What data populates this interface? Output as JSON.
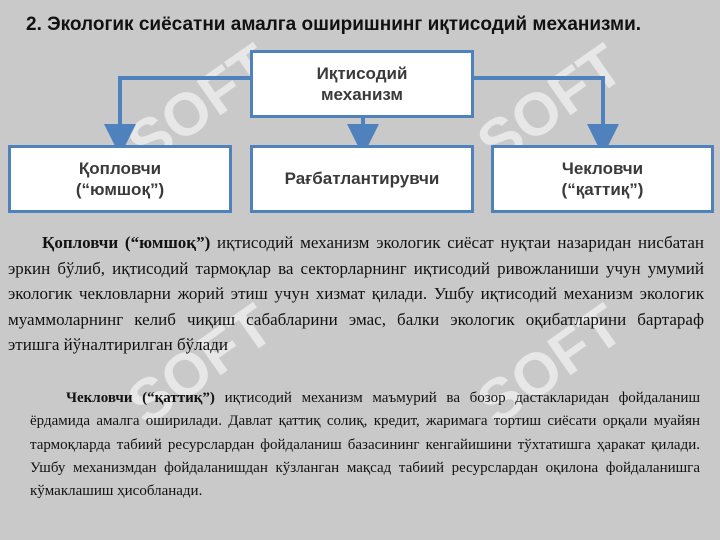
{
  "title": "2. Экологик сиёсатни амалга оширишнинг иқтисодий механизми.",
  "diagram": {
    "top_box": "Иқтисодий\nмеханизм",
    "left_box": "Қопловчи\n(“юмшоқ”)",
    "middle_box": "Рағбатлантирувчи",
    "right_box": "Чекловчи\n(“қаттиқ”)"
  },
  "paragraph1": {
    "lead": "Қопловчи (“юмшоқ”)",
    "text": " иқтисодий механизм экологик сиёсат нуқтаи назаридан нисбатан эркин бўлиб, иқтисодий тармоқлар ва секторларнинг иқтисодий ривожланиши учун умумий экологик чекловларни жорий этиш учун хизмат қилади. Ушбу иқтисодий механизм экологик муаммоларнинг келиб чиқиш сабабларини эмас, балки экологик оқибатларини бартараф этишга йўналтирилган бўлади"
  },
  "paragraph2": {
    "lead": "Чекловчи (“қаттиқ”)",
    "text": " иқтисодий механизм маъмурий ва бозор дастакларидан фойдаланиш ёрдамида амалга оширилади. Давлат қаттиқ солиқ, кредит, жаримага тортиш сиёсати орқали муайян тармоқларда табиий ресурслардан фойдаланиш базасининг кенгайишини тўхтатишга ҳаракат қилади. Ушбу механизмдан фойдаланишдан кўзланган мақсад табиий ресурслардан оқилона фойдаланишга кўмаклашиш ҳисобланади."
  },
  "watermark": "SOFT",
  "colors": {
    "box_border": "#4f81bd",
    "background": "#c9c9c9"
  }
}
